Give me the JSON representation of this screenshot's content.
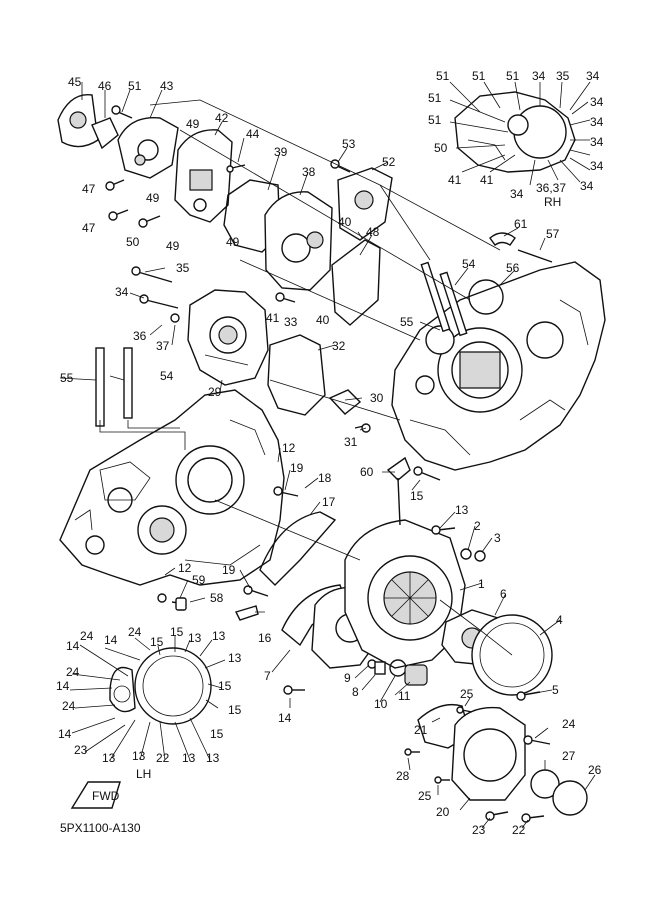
{
  "diagram": {
    "code": "5PX1100-A130",
    "view_labels": {
      "rh": "RH",
      "lh": "LH"
    },
    "fwd_label": "FWD",
    "colors": {
      "ink": "#111111",
      "paper": "#ffffff",
      "shade": "#d8d8d8"
    },
    "callouts": {
      "c45": "45",
      "c46": "46",
      "c51a": "51",
      "c43": "43",
      "c49a": "49",
      "c42": "42",
      "c44": "44",
      "c47a": "47",
      "c49b": "49",
      "c47b": "47",
      "c50a": "50",
      "c49c": "49",
      "c39": "39",
      "c49d": "49",
      "c38": "38",
      "c53": "53",
      "c52": "52",
      "c40a": "40",
      "c48": "48",
      "c35a": "35",
      "c34a": "34",
      "c36": "36",
      "c37": "37",
      "c41a": "41",
      "c33": "33",
      "c40b": "40",
      "c32": "32",
      "c29": "29",
      "c55a": "55",
      "c54a": "54",
      "c30": "30",
      "c31": "31",
      "c12a": "12",
      "c19a": "19",
      "c18": "18",
      "c17": "17",
      "c12b": "12",
      "c59": "59",
      "c58": "58",
      "c19b": "19",
      "c16": "16",
      "c7": "7",
      "c60": "60",
      "c15a": "15",
      "c13a": "13",
      "c2": "2",
      "c3": "3",
      "c1": "1",
      "c6": "6",
      "c4": "4",
      "c5": "5",
      "c9": "9",
      "c8": "8",
      "c10": "10",
      "c11": "11",
      "c14a": "14",
      "c25a": "25",
      "c21": "21",
      "c24a": "24",
      "c27": "27",
      "c28": "28",
      "c26": "26",
      "c25b": "25",
      "c20": "20",
      "c23a": "23",
      "c22a": "22",
      "c61": "61",
      "c57": "57",
      "c54b": "54",
      "c56": "56",
      "c55b": "55",
      "r51a": "51",
      "r51b": "51",
      "r51c": "51",
      "r34a": "34",
      "r35": "35",
      "r34b": "34",
      "r51d": "51",
      "r34c": "34",
      "r51e": "51",
      "r34d": "34",
      "r50": "50",
      "r34e": "34",
      "r34f": "34",
      "r41a": "41",
      "r41b": "41",
      "r34g": "34",
      "r3637": "36,37",
      "r34h": "34",
      "l14a": "14",
      "l24a": "24",
      "l14b": "14",
      "l24b": "24",
      "l15a": "15",
      "l15b": "15",
      "l13a": "13",
      "l13b": "13",
      "l24c": "24",
      "l14c": "14",
      "l13c": "13",
      "l15c": "15",
      "l24d": "24",
      "l15d": "15",
      "l14d": "14",
      "l15e": "15",
      "l23": "23",
      "l13d": "13",
      "l13e": "13",
      "l22": "22",
      "l13f": "13",
      "l13g": "13"
    }
  }
}
